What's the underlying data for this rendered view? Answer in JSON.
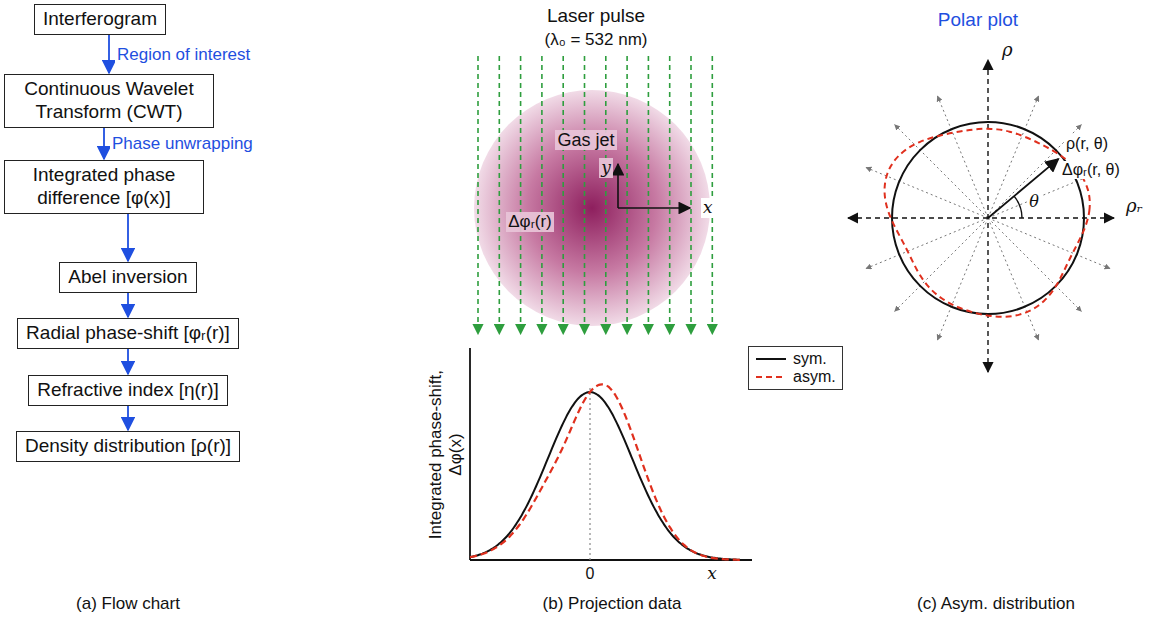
{
  "diagram": {
    "nodes": [
      {
        "text": [
          "Interferogram"
        ]
      },
      {
        "text": [
          "Continuous Wavelet Transform (CWT)"
        ]
      },
      {
        "text": [
          "Integrated phase difference [φ(x)]"
        ]
      },
      {
        "text": [
          "Abel inversion"
        ]
      },
      {
        "text": [
          "Radial phase-shift [φᵣ(r)]"
        ]
      },
      {
        "text": [
          "Refractive index [η(r)]"
        ]
      },
      {
        "text": [
          "Density distribution [ρ(r)]"
        ]
      }
    ],
    "edges": [
      {
        "from": 0,
        "to": 1,
        "arrow": "to",
        "label": "Region of interest"
      },
      {
        "from": 1,
        "to": 2,
        "arrow": "to",
        "label": "Phase unwrapping"
      },
      {
        "from": 2,
        "to": 3,
        "arrow": "to"
      },
      {
        "from": 3,
        "to": 4,
        "arrow": "to"
      },
      {
        "from": 4,
        "to": 5,
        "arrow": "to"
      },
      {
        "from": 5,
        "to": 6,
        "arrow": "to"
      }
    ],
    "labels": [
      "(a) Flow chart",
      "Laser pulse",
      "(λ₀ = 532 nm)",
      "Gas jet",
      "y",
      "x",
      "Δφᵣ(r)",
      "Integrated phase-shift, Δφ(x)",
      "0",
      "x",
      "(b) Projection data",
      "Polar plot",
      "ρ",
      "ρᵣ",
      "ρ(r, θ)",
      "Δφᵣ(r, θ)",
      "θ",
      "(c) Asym. distribution"
    ],
    "legend": [
      {
        "text": "sym."
      },
      {
        "text": "asym."
      }
    ]
  }
}
